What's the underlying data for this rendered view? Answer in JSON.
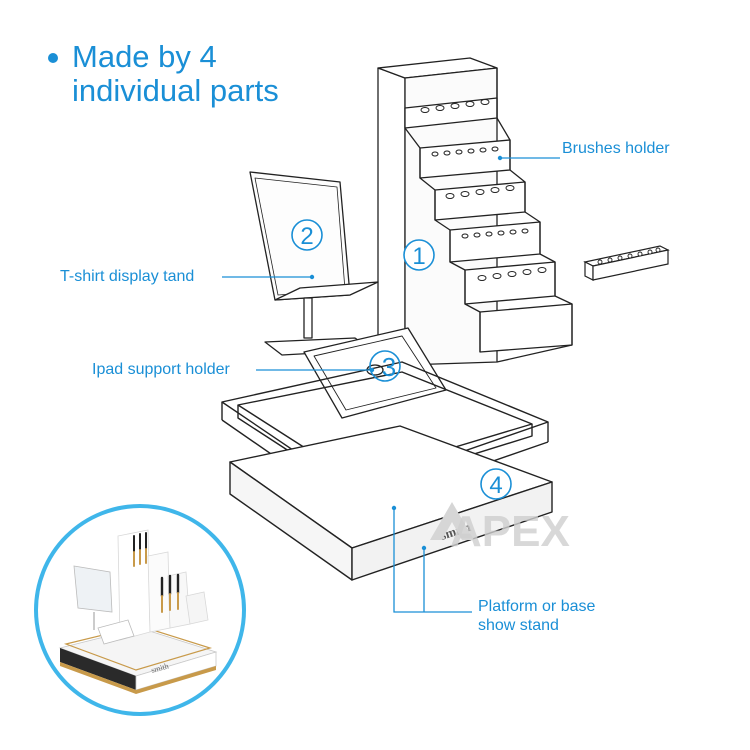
{
  "headline": {
    "line1": "Made by 4",
    "line2": "individual parts"
  },
  "callouts": {
    "brushes_holder": "Brushes holder",
    "tshirt_display": "T-shirt display tand",
    "ipad_holder": "Ipad support holder",
    "platform_line1": "Platform or base",
    "platform_line2": "show stand"
  },
  "part_numbers": {
    "part1": "1",
    "part2": "2",
    "part3": "3",
    "part4": "4"
  },
  "watermark": "APEX",
  "product_logo": "smith",
  "colors": {
    "accent": "#1a8fd6",
    "line": "#222222",
    "watermark": "#cfcfcf"
  }
}
